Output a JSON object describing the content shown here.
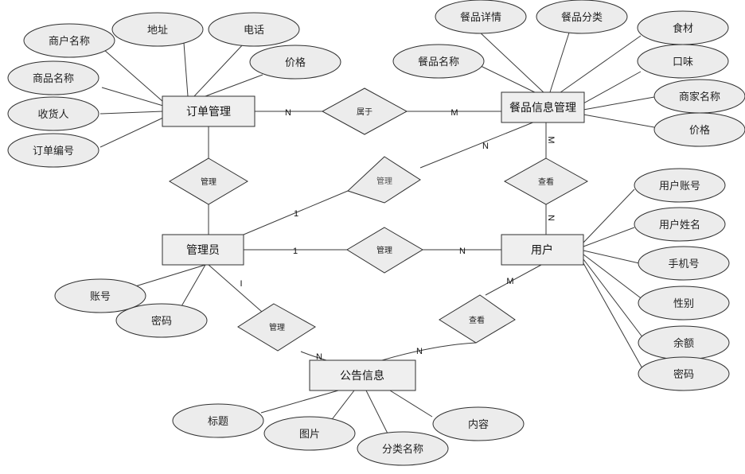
{
  "entities": {
    "order_mgmt": "订单管理",
    "meal_info_mgmt": "餐品信息管理",
    "admin": "管理员",
    "user": "用户",
    "notice_info": "公告信息"
  },
  "relationships": {
    "belongs_to": "属于",
    "manage_order": "管理",
    "manage_meal": "管理",
    "manage_user": "管理",
    "manage_notice": "管理",
    "view_meal": "查看",
    "view_notice": "查看"
  },
  "attributes": {
    "order": [
      "商户名称",
      "地址",
      "电话",
      "价格",
      "商品名称",
      "收货人",
      "订单编号"
    ],
    "meal": [
      "餐品详情",
      "餐品分类",
      "食材",
      "餐品名称",
      "口味",
      "商家名称",
      "价格"
    ],
    "user": [
      "用户账号",
      "用户姓名",
      "手机号",
      "性别",
      "余额",
      "密码"
    ],
    "admin": [
      "账号",
      "密码"
    ],
    "notice": [
      "标题",
      "图片",
      "分类名称",
      "内容"
    ]
  },
  "cardinalities": {
    "order_belongs": "N",
    "meal_belongs": "M",
    "admin_meal": "1",
    "meal_admin": "N",
    "meal_view": "M",
    "user_view_meal": "N",
    "admin_user": "1",
    "user_admin": "N",
    "admin_notice": "I",
    "notice_admin": "N",
    "notice_user": "N",
    "user_notice": "M"
  }
}
